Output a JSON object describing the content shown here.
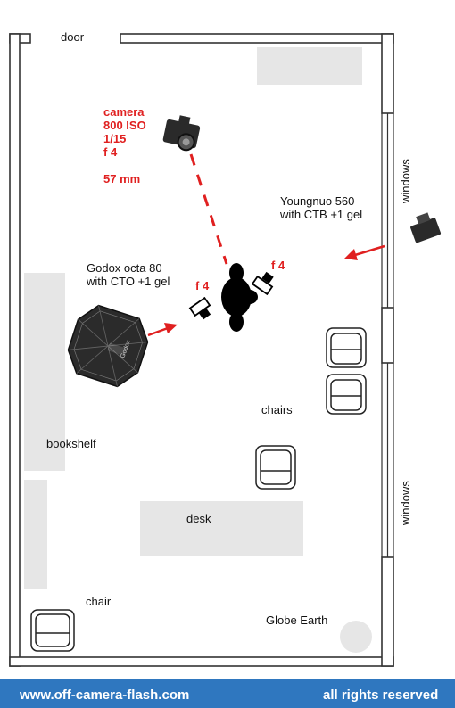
{
  "labels": {
    "door": "door",
    "camera_lines": [
      "camera",
      "800 ISO",
      "1/15",
      "f 4",
      "",
      "57 mm"
    ],
    "windows_top": "windows",
    "windows_bottom": "windows",
    "youngnuo_lines": [
      "Youngnuo 560",
      "with CTB +1 gel"
    ],
    "godox_lines": [
      "Godox octa 80",
      "with CTO +1 gel"
    ],
    "f4_left": "f 4",
    "f4_right": "f 4",
    "chairs": "chairs",
    "bookshelf": "bookshelf",
    "desk": "desk",
    "chair": "chair",
    "globe": "Globe Earth",
    "softbox_brand": "Godox"
  },
  "footer": {
    "website": "www.off-camera-flash.com",
    "rights": "all rights reserved"
  },
  "colors": {
    "accent_red": "#e02020",
    "footer_blue": "#2f77bf",
    "furniture_gray": "#e6e6e6",
    "wall": "#333333"
  }
}
